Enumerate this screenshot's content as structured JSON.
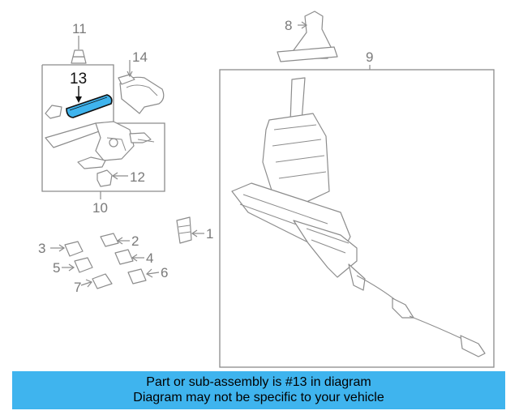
{
  "diagram": {
    "callouts": [
      {
        "id": "1",
        "text": "1"
      },
      {
        "id": "2",
        "text": "2"
      },
      {
        "id": "3",
        "text": "3"
      },
      {
        "id": "4",
        "text": "4"
      },
      {
        "id": "5",
        "text": "5"
      },
      {
        "id": "6",
        "text": "6"
      },
      {
        "id": "7",
        "text": "7"
      },
      {
        "id": "8",
        "text": "8"
      },
      {
        "id": "9",
        "text": "9"
      },
      {
        "id": "10",
        "text": "10"
      },
      {
        "id": "11",
        "text": "11"
      },
      {
        "id": "12",
        "text": "12"
      },
      {
        "id": "13",
        "text": "13"
      },
      {
        "id": "14",
        "text": "14"
      }
    ],
    "highlighted_part": "13",
    "colors": {
      "highlight": "#3fb4ee",
      "line": "#8c8c8c",
      "banner": "#3fb4ee"
    }
  },
  "banner": {
    "line1": "Part or sub-assembly is #13 in diagram",
    "line2": "Diagram may not be specific to your vehicle"
  }
}
